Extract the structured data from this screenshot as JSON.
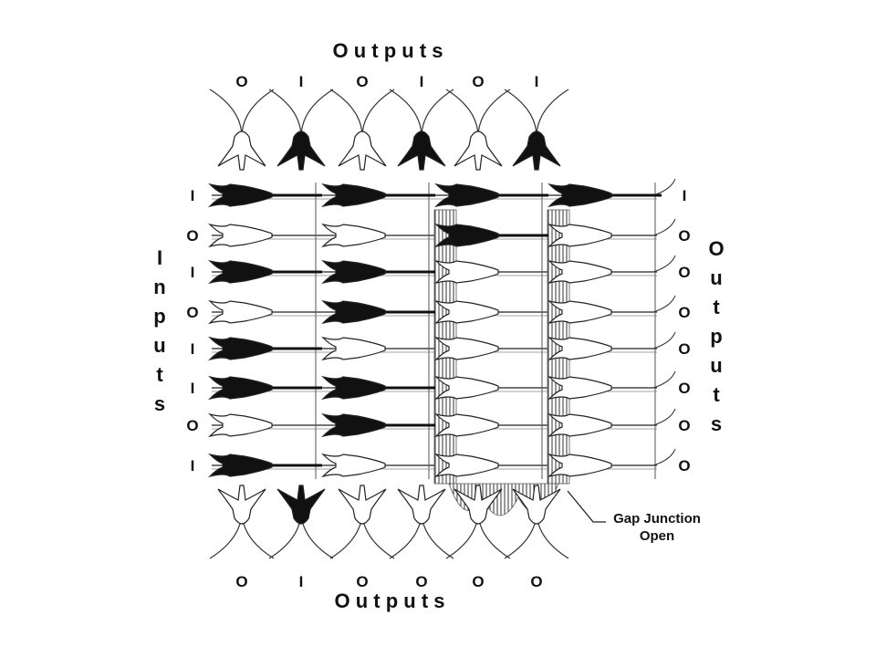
{
  "labels": {
    "top_title": "O u t p u t s",
    "bottom_title": "O u t p u t s",
    "left_title": [
      "I",
      "n",
      "p",
      "u",
      "t",
      "s"
    ],
    "right_title": [
      "O",
      "u",
      "t",
      "p",
      "u",
      "t",
      "s"
    ],
    "annotation": [
      "Gap Junction",
      "Open"
    ]
  },
  "top_io": [
    "O",
    "I",
    "O",
    "I",
    "O",
    "I"
  ],
  "bottom_io": [
    "O",
    "I",
    "O",
    "O",
    "O",
    "O"
  ],
  "left_io": [
    "I",
    "O",
    "I",
    "O",
    "I",
    "I",
    "O",
    "I"
  ],
  "right_io": [
    "I",
    "O",
    "O",
    "O",
    "O",
    "O",
    "O",
    "O"
  ],
  "grid": {
    "rows": [
      "I",
      "O",
      "I",
      "O",
      "I",
      "I",
      "O",
      "I"
    ],
    "cols": [
      "O",
      "I",
      "O",
      "I",
      "O",
      "I"
    ],
    "row_activity": [
      [
        1,
        1,
        1,
        1
      ],
      [
        0,
        0,
        1,
        0
      ],
      [
        1,
        1,
        0,
        0
      ],
      [
        0,
        1,
        0,
        0
      ],
      [
        1,
        0,
        0,
        0
      ],
      [
        1,
        1,
        0,
        0
      ],
      [
        0,
        1,
        0,
        0
      ],
      [
        1,
        0,
        0,
        0
      ]
    ],
    "top_activity": [
      0,
      1,
      0,
      1,
      0,
      1
    ],
    "bottom_activity": [
      0,
      1,
      0,
      0,
      0,
      0
    ],
    "gap_junction_columns": [
      2,
      3
    ]
  },
  "colors": {
    "active": "#111111",
    "inactive": "#ffffff",
    "stroke": "#222222",
    "hatch": "#333333"
  }
}
